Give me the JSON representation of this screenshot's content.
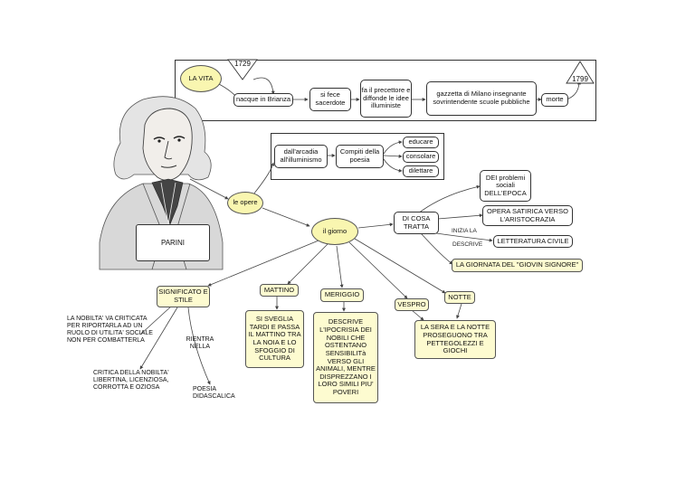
{
  "nodes": {
    "la_vita": "LA VITA",
    "year_birth": "1729",
    "year_death": "1799",
    "nacque": "nacque in Brianza",
    "sacerdote": "si fece sacerdote",
    "precettore": "fa il precettore e diffonde le idee illuministe",
    "gazzetta": "gazzetta di Milano insegnante sovrintendente scuole pubbliche",
    "morte": "morte",
    "arcadia": "dall'arcadia all'illuminismo",
    "compiti": "Compiti della poesia",
    "educare": "educare",
    "consolare": "consolare",
    "dilettare": "dilettare",
    "le_opere": "le opere",
    "parini": "PARINI",
    "il_giorno": "il giorno",
    "di_cosa_tratta": "DI COSA TRATTA",
    "problemi": "DEI problemi sociali DELL'EPOCA",
    "opera_satirica": "OPERA SATIRICA VERSO L'ARISTOCRAZIA",
    "letteratura_civile": "LETTERATURA CIVILE",
    "giornata": "LA GIORNATA DEL \"GIOVIN SIGNORE\"",
    "significato": "SIGNIFICATO E STILE",
    "mattino": "MATTINO",
    "meriggio": "MERIGGIO",
    "vespro": "VESPRO",
    "notte": "NOTTE",
    "nobilta_criticata": "LA NOBILTA' VA CRITICATA PER RIPORTARLA AD UN RUOLO DI UTILITA' SOCIALE NON PER COMBATTERLA",
    "critica_nobilta": "CRITICA DELLA NOBILTA' LIBERTINA, LICENZIOSA, CORROTTA E OZIOSA",
    "poesia_didascalica": "POESIA DIDASCALICA",
    "mattino_text": "SI SVEGLIA TARDI E PASSA IL MATTINO TRA LA NOIA E LO SFOGGIO DI CULTURA",
    "meriggio_text": "DESCRIVE L'IPOCRISIA DEI NOBILI CHE OSTENTANO SENSIBILITà VERSO GLI ANIMALI, MENTRE DISPREZZANO I LORO SIMILI PIU' POVERI",
    "sera_text": "LA SERA E LA NOTTE PROSEGUONO TRA PETTEGOLEZZI E GIOCHI"
  },
  "link_labels": {
    "inizia": "INIZIA LA",
    "descrive": "DESCRIVE",
    "rientra": "RIENTRA NELLA"
  },
  "colors": {
    "ellipse_fill": "#f9f6b0",
    "yellow_box_fill": "#fdfbd0",
    "line": "#444444"
  }
}
